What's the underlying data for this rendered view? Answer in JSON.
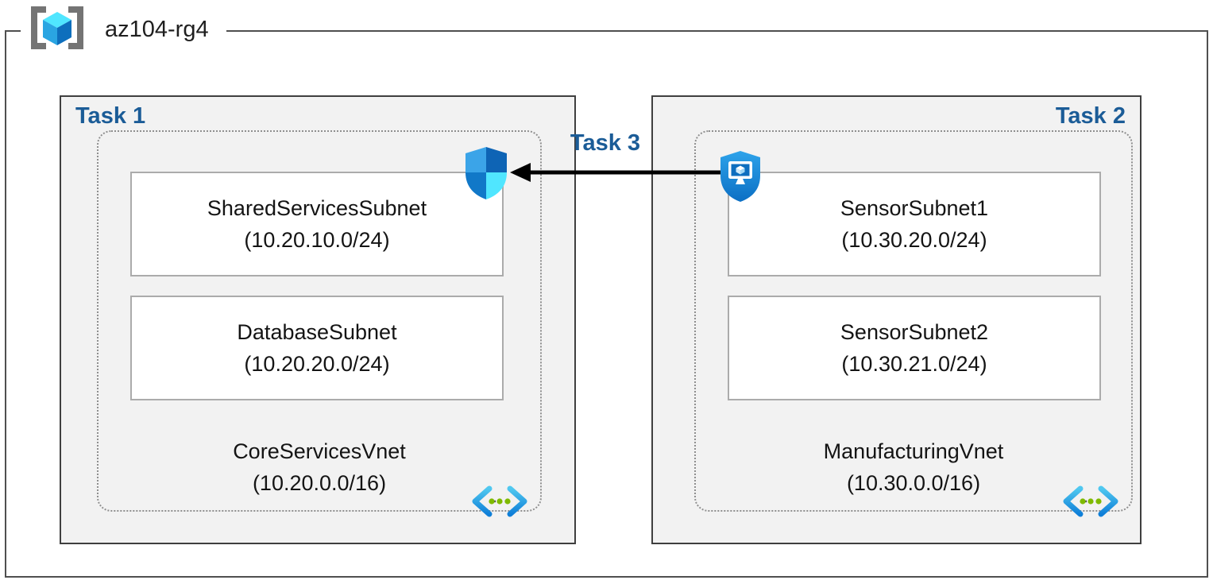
{
  "resource_group": {
    "name": "az104-rg4",
    "icon": "resource-group-icon"
  },
  "tasks": {
    "task1": {
      "label": "Task 1",
      "security_icon": "network-security-group-shield-icon",
      "vnet": {
        "name": "CoreServicesVnet",
        "cidr": "(10.20.0.0/16)",
        "icon": "virtual-network-icon"
      },
      "subnets": [
        {
          "name": "SharedServicesSubnet",
          "cidr": "(10.20.10.0/24)"
        },
        {
          "name": "DatabaseSubnet",
          "cidr": "(10.20.20.0/24)"
        }
      ]
    },
    "task2": {
      "label": "Task 2",
      "security_icon": "application-security-group-shield-icon",
      "vnet": {
        "name": "ManufacturingVnet",
        "cidr": "(10.30.0.0/16)",
        "icon": "virtual-network-icon"
      },
      "subnets": [
        {
          "name": "SensorSubnet1",
          "cidr": "(10.30.20.0/24)"
        },
        {
          "name": "SensorSubnet2",
          "cidr": "(10.30.21.0/24)"
        }
      ]
    },
    "task3": {
      "label": "Task 3",
      "connector": "arrow-pointing-left"
    }
  },
  "colors": {
    "task_label_blue": "#1b5c97",
    "task_box_fill": "#f2f2f2",
    "task_box_border": "#3f3f3f",
    "subnet_border": "#ababab",
    "vnet_dotted_border": "#8f8f8f",
    "resource_group_border": "#4f4f4f",
    "arrow": "#000000",
    "azure_cyan": "#50e6ff",
    "azure_blue": "#0f6fbd",
    "vnet_dot_green": "#7fba00"
  }
}
